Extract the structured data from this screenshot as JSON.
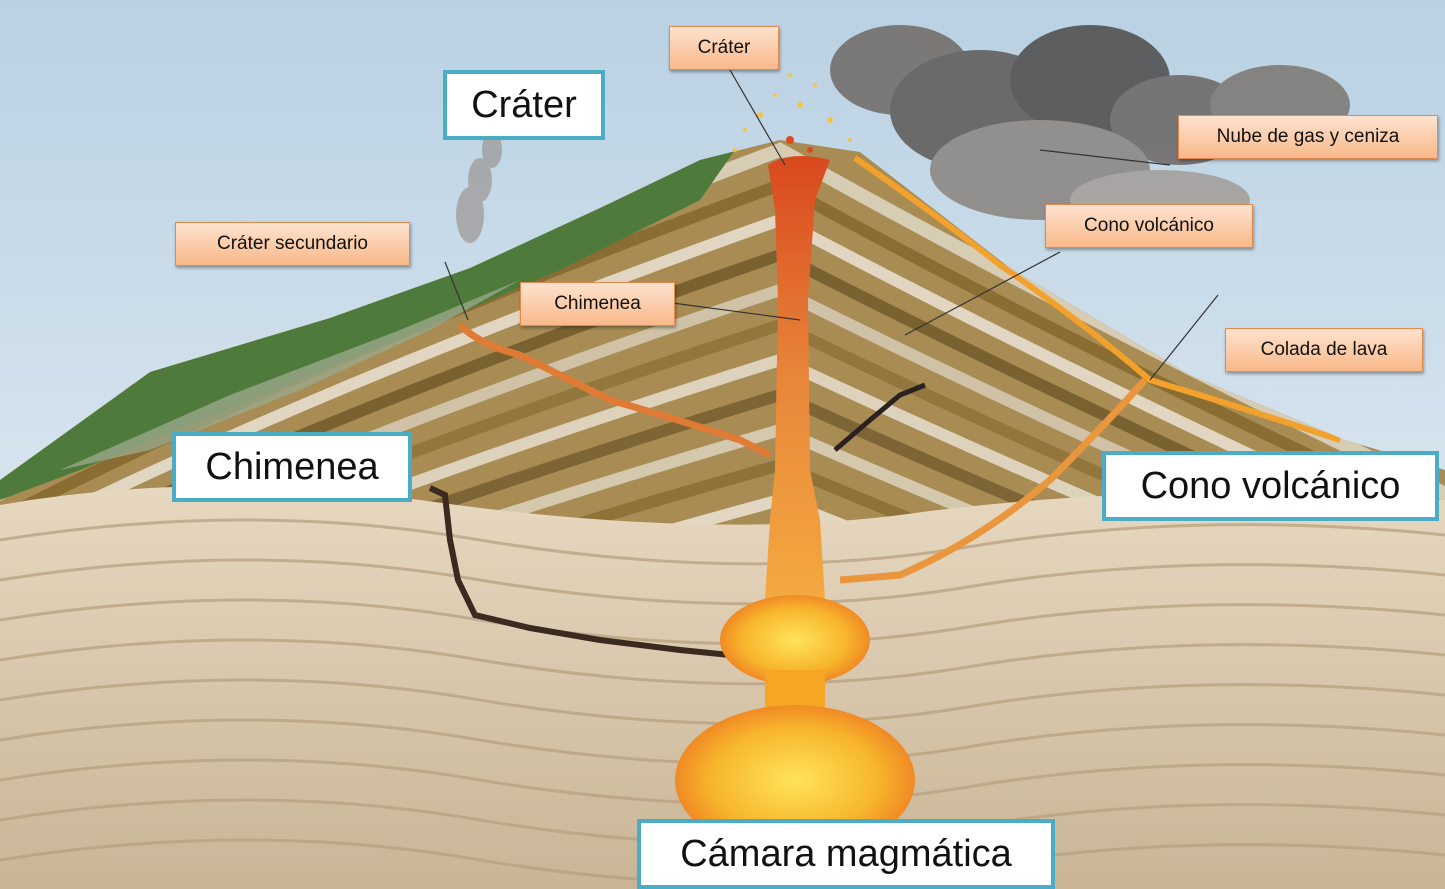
{
  "small_labels": {
    "crater": "Cráter",
    "gas_cloud": "Nube de gas y ceniza",
    "secondary_crater": "Cráter secundario",
    "chimney": "Chimenea",
    "volcanic_cone": "Cono volcánico",
    "lava_flow": "Colada de lava"
  },
  "answer_labels": {
    "crater": "Cráter",
    "chimney": "Chimenea",
    "volcanic_cone": "Cono volcánico",
    "magma_chamber": "Cámara magmática"
  },
  "colors": {
    "label_fill": "#f9b889",
    "label_border": "#e48a4f",
    "answer_border": "#4aacc5",
    "sky": "#cfe0ec",
    "magma": "#f5a623"
  }
}
